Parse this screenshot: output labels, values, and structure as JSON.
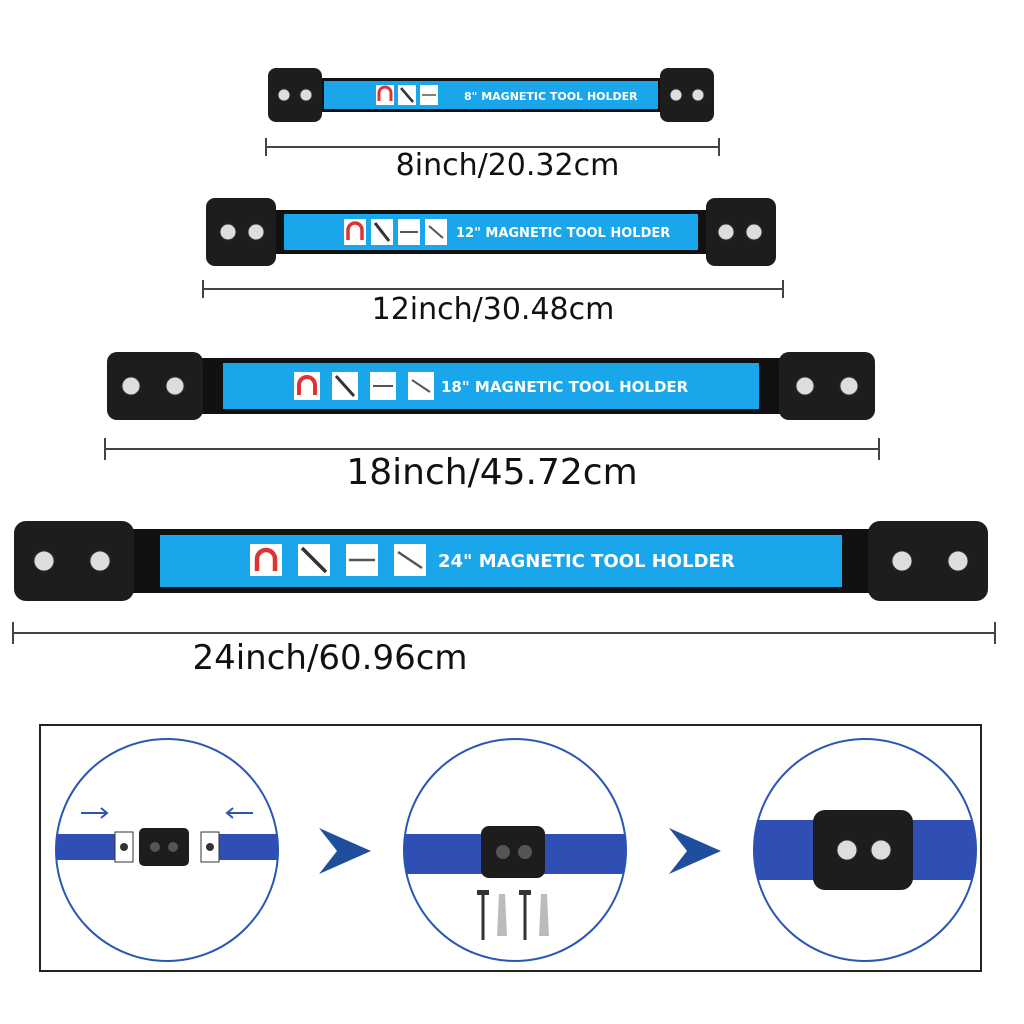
{
  "colors": {
    "bar_blue": "#1aa6ea",
    "bar_blue_dark": "#0d7fc4",
    "bracket_black": "#1d1d1f",
    "strap_blue": "#2f4fb5",
    "arrow_blue": "#1f4f9c"
  },
  "holders": [
    {
      "title": "8\" MAGNETIC TOOL HOLDER",
      "dimension": "8inch/20.32cm"
    },
    {
      "title": "12\" MAGNETIC TOOL HOLDER",
      "dimension": "12inch/30.48cm"
    },
    {
      "title": "18\" MAGNETIC TOOL HOLDER",
      "dimension": "18inch/45.72cm"
    },
    {
      "title": "24\" MAGNETIC TOOL HOLDER",
      "dimension": "24inch/60.96cm"
    }
  ],
  "badge_icons": [
    "magnet-icon",
    "wrench-icon",
    "drill-bits-icon",
    "screwdriver-set-icon"
  ],
  "installation": {
    "steps": [
      "slide-in-step",
      "wall-mount-step",
      "assembled-step"
    ],
    "step_arrows": [
      "chevron-right-icon",
      "chevron-right-icon"
    ],
    "hardware_icons": [
      "screw-icon",
      "wall-anchor-icon"
    ]
  }
}
